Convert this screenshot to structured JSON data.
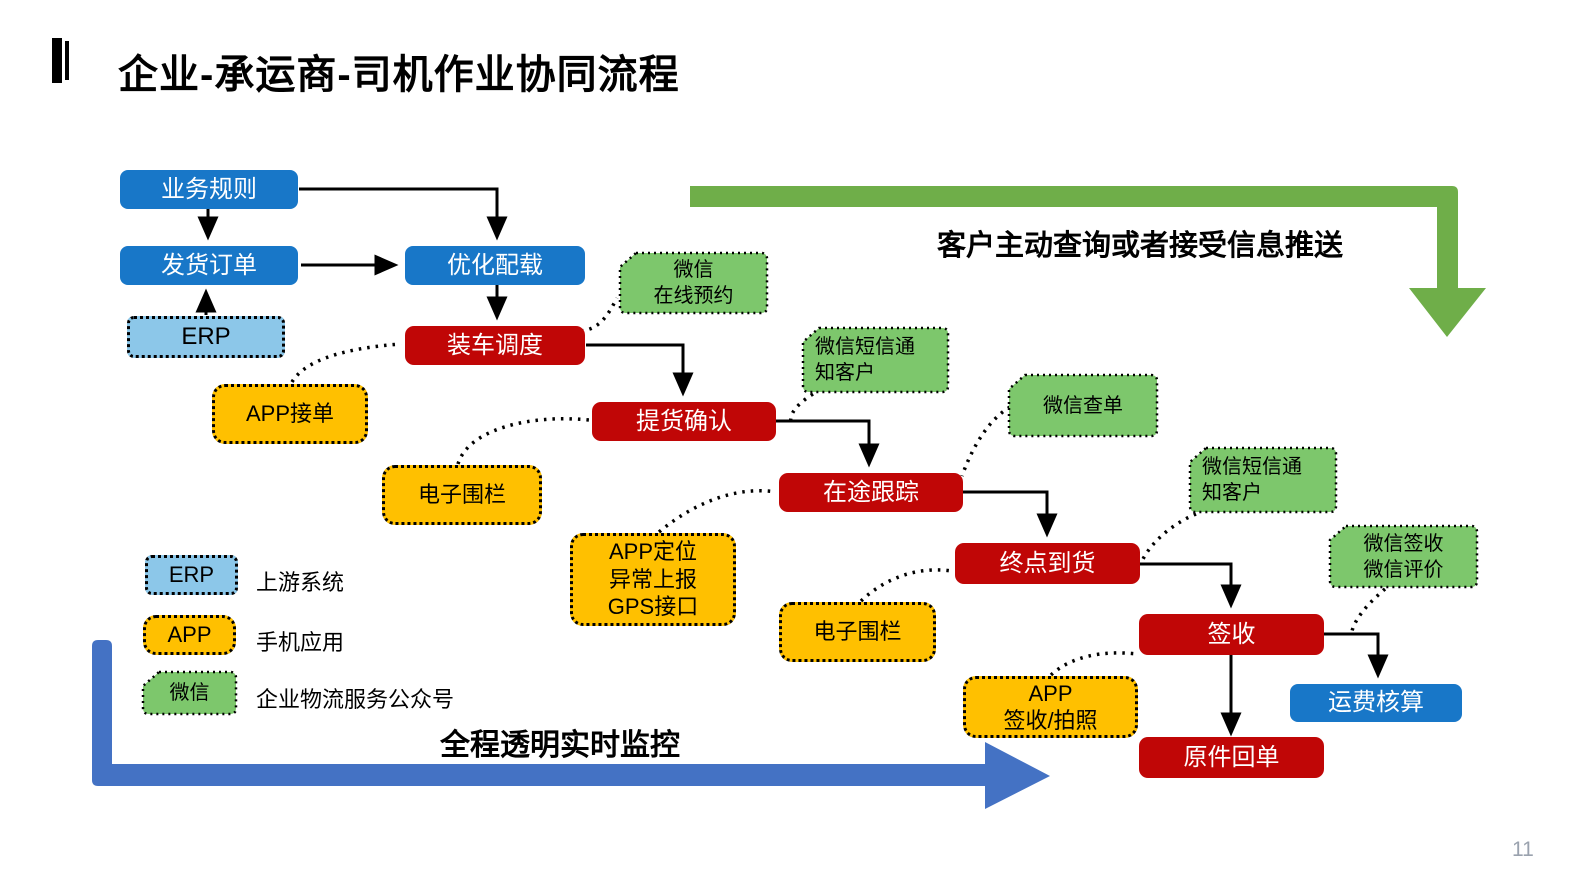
{
  "slide": {
    "title": "企业-承运商-司机作业协同流程",
    "page_number": "11"
  },
  "banners": {
    "customer_query": "客户主动查询或者接受信息推送",
    "monitoring": "全程透明实时监控"
  },
  "flow_nodes": {
    "business_rules": "业务规则",
    "shipping_order": "发货订单",
    "erp": "ERP",
    "optimize_load": "优化配载",
    "loading_dispatch": "装车调度",
    "pickup_confirm": "提货确认",
    "in_transit_tracking": "在途跟踪",
    "terminal_arrival": "终点到货",
    "sign_receipt": "签收",
    "original_receipt": "原件回单",
    "freight_settlement": "运费核算"
  },
  "app_notes": {
    "take_order": "APP接单",
    "efence_1": "电子围栏",
    "gps": "APP定位\n异常上报\nGPS接口",
    "efence_2": "电子围栏",
    "sign_photo": "APP\n签收/拍照"
  },
  "wechat_notes": {
    "online_booking": "微信\n在线预约",
    "notify_customer_1": "微信短信通\n知客户",
    "check_order": "微信查单",
    "notify_customer_2": "微信短信通\n知客户",
    "sign_review": "微信签收\n微信评价"
  },
  "legend": {
    "erp": {
      "swatch": "ERP",
      "label": "上游系统"
    },
    "app": {
      "swatch": "APP",
      "label": "手机应用"
    },
    "wechat": {
      "swatch": "微信",
      "label": "企业物流服务公众号"
    }
  },
  "colors": {
    "flow_blue": "#1877C8",
    "flow_red": "#C00606",
    "erp_lightblue": "#8CC7E9",
    "app_yellow": "#FFC000",
    "wechat_green": "#7DC76C",
    "arrow_green": "#6FAE49",
    "arrow_blue": "#4472C4"
  }
}
